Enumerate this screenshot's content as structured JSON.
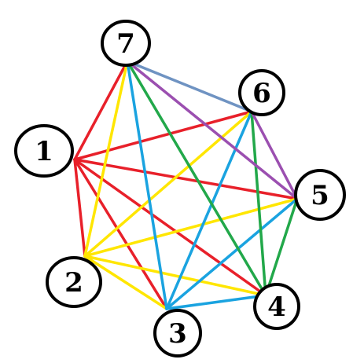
{
  "graph": {
    "nodes": [
      {
        "id": "1",
        "label": "1"
      },
      {
        "id": "2",
        "label": "2"
      },
      {
        "id": "3",
        "label": "3"
      },
      {
        "id": "4",
        "label": "4"
      },
      {
        "id": "5",
        "label": "5"
      },
      {
        "id": "6",
        "label": "6"
      },
      {
        "id": "7",
        "label": "7"
      }
    ],
    "edges": [
      {
        "from": "1",
        "to": "2",
        "color": "#e8202a"
      },
      {
        "from": "1",
        "to": "3",
        "color": "#e8202a"
      },
      {
        "from": "1",
        "to": "4",
        "color": "#e8202a"
      },
      {
        "from": "1",
        "to": "5",
        "color": "#e8202a"
      },
      {
        "from": "1",
        "to": "6",
        "color": "#e8202a"
      },
      {
        "from": "1",
        "to": "7",
        "color": "#e8202a"
      },
      {
        "from": "2",
        "to": "3",
        "color": "#ffe600"
      },
      {
        "from": "2",
        "to": "4",
        "color": "#ffe600"
      },
      {
        "from": "2",
        "to": "5",
        "color": "#ffe600"
      },
      {
        "from": "2",
        "to": "6",
        "color": "#ffe600"
      },
      {
        "from": "2",
        "to": "7",
        "color": "#ffe600"
      },
      {
        "from": "3",
        "to": "4",
        "color": "#1aa3e0"
      },
      {
        "from": "3",
        "to": "5",
        "color": "#1aa3e0"
      },
      {
        "from": "3",
        "to": "6",
        "color": "#1aa3e0"
      },
      {
        "from": "3",
        "to": "7",
        "color": "#1aa3e0"
      },
      {
        "from": "4",
        "to": "5",
        "color": "#22a84a"
      },
      {
        "from": "4",
        "to": "6",
        "color": "#22a84a"
      },
      {
        "from": "4",
        "to": "7",
        "color": "#22a84a"
      },
      {
        "from": "5",
        "to": "6",
        "color": "#9b4fb0"
      },
      {
        "from": "5",
        "to": "7",
        "color": "#9b4fb0"
      },
      {
        "from": "6",
        "to": "7",
        "color": "#6f93c2"
      }
    ]
  }
}
